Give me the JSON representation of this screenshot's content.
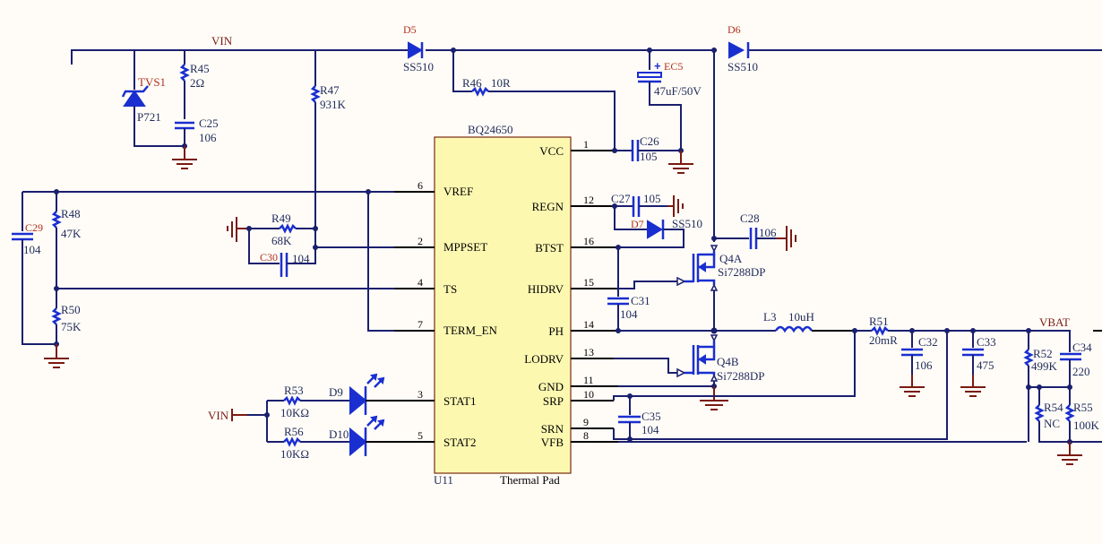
{
  "schematic": {
    "ic": {
      "name": "BQ24650",
      "designator": "U11",
      "footnote": "Thermal Pad",
      "left_pins": [
        {
          "num": "6",
          "name": "VREF"
        },
        {
          "num": "2",
          "name": "MPPSET"
        },
        {
          "num": "4",
          "name": "TS"
        },
        {
          "num": "7",
          "name": "TERM_EN"
        },
        {
          "num": "3",
          "name": "STAT1"
        },
        {
          "num": "5",
          "name": "STAT2"
        }
      ],
      "right_pins": [
        {
          "num": "1",
          "name": "VCC"
        },
        {
          "num": "12",
          "name": "REGN"
        },
        {
          "num": "16",
          "name": "BTST"
        },
        {
          "num": "15",
          "name": "HIDRV"
        },
        {
          "num": "14",
          "name": "PH"
        },
        {
          "num": "13",
          "name": "LODRV"
        },
        {
          "num": "11",
          "name": "GND"
        },
        {
          "num": "10",
          "name": "SRP"
        },
        {
          "num": "9",
          "name": "SRN"
        },
        {
          "num": "8",
          "name": "VFB"
        }
      ]
    },
    "nets": {
      "vin": "VIN",
      "vin_led": "VIN",
      "vbat": "VBAT"
    },
    "components": {
      "tvs1": {
        "ref": "TVS1",
        "value": "P721"
      },
      "r45": {
        "ref": "R45",
        "value": "2Ω"
      },
      "c25": {
        "ref": "C25",
        "value": "106"
      },
      "r47": {
        "ref": "R47",
        "value": "931K"
      },
      "d5": {
        "ref": "D5",
        "value": "SS510"
      },
      "r46": {
        "ref": "R46",
        "value": "10R"
      },
      "ec5": {
        "ref": "EC5",
        "value": "47uF/50V",
        "polarity": "+"
      },
      "d6": {
        "ref": "D6",
        "value": "SS510"
      },
      "c26": {
        "ref": "C26",
        "value": "105"
      },
      "c27": {
        "ref": "C27",
        "value": "105"
      },
      "d7": {
        "ref": "D7",
        "value": "SS510"
      },
      "c28": {
        "ref": "C28",
        "value": "106"
      },
      "q4a": {
        "ref": "Q4A",
        "value": "Si7288DP"
      },
      "q4b": {
        "ref": "Q4B",
        "value": "Si7288DP"
      },
      "c31": {
        "ref": "C31",
        "value": "104"
      },
      "l3": {
        "ref": "L3",
        "value": "10uH"
      },
      "r51": {
        "ref": "R51",
        "value": "20mR"
      },
      "c32": {
        "ref": "C32",
        "value": "106"
      },
      "c33": {
        "ref": "C33",
        "value": "475"
      },
      "r52": {
        "ref": "R52",
        "value": "499K"
      },
      "c34": {
        "ref": "C34",
        "value": "220"
      },
      "r54": {
        "ref": "R54",
        "value": "NC"
      },
      "r55": {
        "ref": "R55",
        "value": "100K"
      },
      "c35": {
        "ref": "C35",
        "value": "104"
      },
      "r48": {
        "ref": "R48",
        "value": "47K"
      },
      "r50": {
        "ref": "R50",
        "value": "75K"
      },
      "c29": {
        "ref": "C29",
        "value": "104"
      },
      "r49": {
        "ref": "R49",
        "value": "68K"
      },
      "c30": {
        "ref": "C30",
        "value": "104"
      },
      "r53": {
        "ref": "R53",
        "value": "10KΩ"
      },
      "r56": {
        "ref": "R56",
        "value": "10KΩ"
      },
      "d9": {
        "ref": "D9"
      },
      "d10": {
        "ref": "D10"
      }
    }
  }
}
